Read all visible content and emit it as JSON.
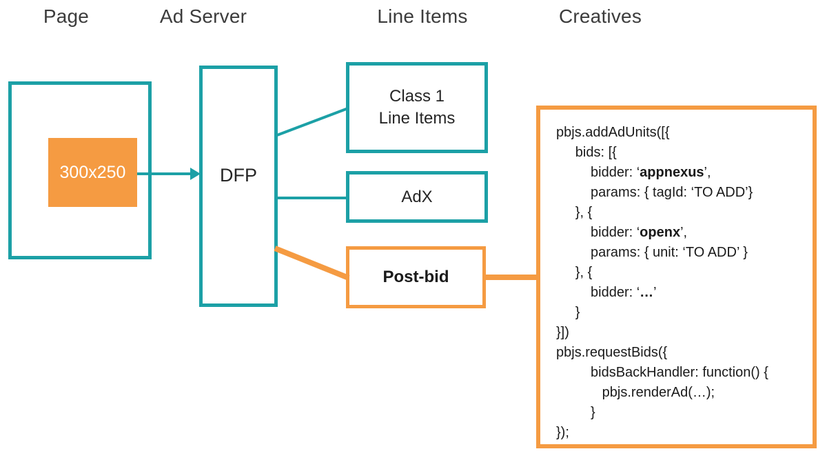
{
  "colors": {
    "teal": "#1CA0A6",
    "orange": "#F59B42",
    "heading_text": "#3C3C3C",
    "label_text": "#262626",
    "code_text": "#1A1A1A",
    "ad_slot_text": "#FFFFFF"
  },
  "column_headers": {
    "page": "Page",
    "ad_server": "Ad Server",
    "line_items": "Line Items",
    "creatives": "Creatives"
  },
  "diagram": {
    "page_box": {
      "ad_slot_label": "300x250"
    },
    "ad_server_box": {
      "label": "DFP"
    },
    "line_item_boxes": {
      "class1_line1": "Class 1",
      "class1_line2": "Line Items",
      "adx_label": "AdX",
      "postbid_label": "Post-bid"
    }
  },
  "code_panel": {
    "lines": [
      [
        {
          "t": "pbjs.addAdUnits([{"
        }
      ],
      [
        {
          "t": "     bids: [{"
        }
      ],
      [
        {
          "t": "         bidder: ‘"
        },
        {
          "t": "appnexus",
          "b": true
        },
        {
          "t": "’,"
        }
      ],
      [
        {
          "t": "         params: { tagId: ‘TO ADD’}"
        }
      ],
      [
        {
          "t": "     }, {"
        }
      ],
      [
        {
          "t": "         bidder: ‘"
        },
        {
          "t": "openx",
          "b": true
        },
        {
          "t": "’,"
        }
      ],
      [
        {
          "t": "         params: { unit: ‘TO ADD’ }"
        }
      ],
      [
        {
          "t": "     }, {"
        }
      ],
      [
        {
          "t": "         bidder: ‘"
        },
        {
          "t": "…",
          "b": true
        },
        {
          "t": "’"
        }
      ],
      [
        {
          "t": "     }"
        }
      ],
      [
        {
          "t": "}])"
        }
      ],
      [
        {
          "t": "pbjs.requestBids({"
        }
      ],
      [
        {
          "t": "         bidsBackHandler: function() {"
        }
      ],
      [
        {
          "t": "            pbjs.renderAd(…);"
        }
      ],
      [
        {
          "t": "         }"
        }
      ],
      [
        {
          "t": "});"
        }
      ]
    ]
  }
}
